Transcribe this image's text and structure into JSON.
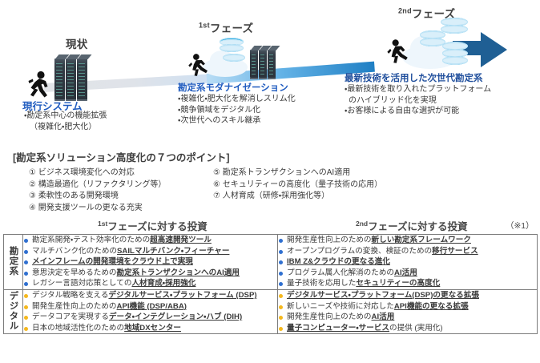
{
  "roadmap": {
    "stages": [
      {
        "phase_label": "現状",
        "phase_sup": "",
        "heading": "現行システム",
        "bullets": [
          "・勘定系中心の機能拡張",
          "（複雑化・肥大化）"
        ],
        "icon": "server-rack-icon"
      },
      {
        "phase_label": "フェーズ",
        "phase_sup": "1st",
        "heading": "勘定系モダナイゼーション",
        "bullets": [
          "・複雑化・肥大化を解消しスリム化",
          "・競争領域をデジタル化",
          "・次世代へのスキル継承"
        ],
        "icon": "cloud-disk-server-icon"
      },
      {
        "phase_label": "フェーズ",
        "phase_sup": "2nd",
        "heading": "最新技術を活用した次世代勘定系",
        "bullets": [
          "・最新技術を取り入れたプラットフォーム",
          "のハイブリッド化を実現",
          "・お客様による自由な選択が可能"
        ],
        "icon": "cloud-disk-stack-icon"
      }
    ],
    "icons": {
      "runner": "running-person-icon",
      "arrow": "right-arrow-icon"
    }
  },
  "points": {
    "title": "[勘定系ソリューション高度化の７つのポイント]",
    "left": [
      "① ビジネス環境変化への対応",
      "② 構造最適化（リファクタリング等）",
      "③ 柔軟性のある開発環境",
      "④ 開発支援ツールの更なる充実"
    ],
    "right": [
      "⑤ 勘定系トランザクションへのAI適用",
      "⑥ セキュリティーの高度化（量子技術の応用）",
      "⑦ 人材育成（研修・採用強化等）"
    ]
  },
  "invest": {
    "col1_head": "フェーズに対する投資",
    "col1_sup": "1st",
    "col2_head": "フェーズに対する投資",
    "col2_sup": "2nd",
    "note": "（※1）",
    "rows": [
      {
        "label": "勘定系",
        "bullet_color": "#2f6fd0",
        "phase1": [
          [
            {
              "t": "勘定系開発・テスト効率化のための",
              "b": false
            },
            {
              "t": "超高速開発ツール",
              "b": true
            }
          ],
          [
            {
              "t": "マルチバンク化のための",
              "b": false
            },
            {
              "t": "SAILマルチバンク・フィーチャー",
              "b": true
            }
          ],
          [
            {
              "t": "メインフレームの開発環境をクラウド上で実現",
              "b": true
            }
          ],
          [
            {
              "t": "意思決定を早めるための",
              "b": false
            },
            {
              "t": "勘定系トランザクションへのAI適用",
              "b": true
            }
          ],
          [
            {
              "t": "レガシー言語対応策としての",
              "b": false
            },
            {
              "t": "人材育成・採用強化",
              "b": true
            }
          ]
        ],
        "phase2": [
          [
            {
              "t": "開発生産性向上のための",
              "b": false
            },
            {
              "t": "新しい勘定系フレームワーク",
              "b": true
            }
          ],
          [
            {
              "t": "オープンプログラムの変換、検証のための",
              "b": false
            },
            {
              "t": "移行サービス",
              "b": true
            }
          ],
          [
            {
              "t": "IBM Z&クラウドの更なる進化",
              "b": true
            }
          ],
          [
            {
              "t": "プログラム属人化解消のための",
              "b": false
            },
            {
              "t": "AI活用",
              "b": true
            }
          ],
          [
            {
              "t": "量子技術を応用した",
              "b": false
            },
            {
              "t": "セキュリティーの高度化",
              "b": true
            }
          ]
        ]
      },
      {
        "label": "デジタル",
        "bullet_color": "#f5b81e",
        "phase1": [
          [
            {
              "t": "デジタル戦略を支える",
              "b": false
            },
            {
              "t": "デジタルサービス・プラットフォーム (DSP)",
              "b": true
            }
          ],
          [
            {
              "t": "開発生産性向上のための",
              "b": false
            },
            {
              "t": "API機能 (DSP/ABA)",
              "b": true
            }
          ],
          [
            {
              "t": "データコアを実現する",
              "b": false
            },
            {
              "t": "データ・インテグレーション・ハブ (DIH)",
              "b": true
            }
          ],
          [
            {
              "t": "日本の地域活性化のための",
              "b": false
            },
            {
              "t": "地域DXセンター",
              "b": true
            }
          ]
        ],
        "phase2": [
          [
            {
              "t": "デジタルサービス・プラットフォーム(DSP)の更なる拡張",
              "b": true
            }
          ],
          [
            {
              "t": "新しいニーズや技術に対応した",
              "b": false
            },
            {
              "t": "API機能の更なる拡張",
              "b": true
            }
          ],
          [
            {
              "t": "開発生産性向上のための",
              "b": false
            },
            {
              "t": "AI活用",
              "b": true
            }
          ],
          [
            {
              "t": "量子コンピューター・サービス",
              "b": true
            },
            {
              "t": "の提供 (実用化)",
              "b": false
            }
          ]
        ]
      }
    ]
  }
}
